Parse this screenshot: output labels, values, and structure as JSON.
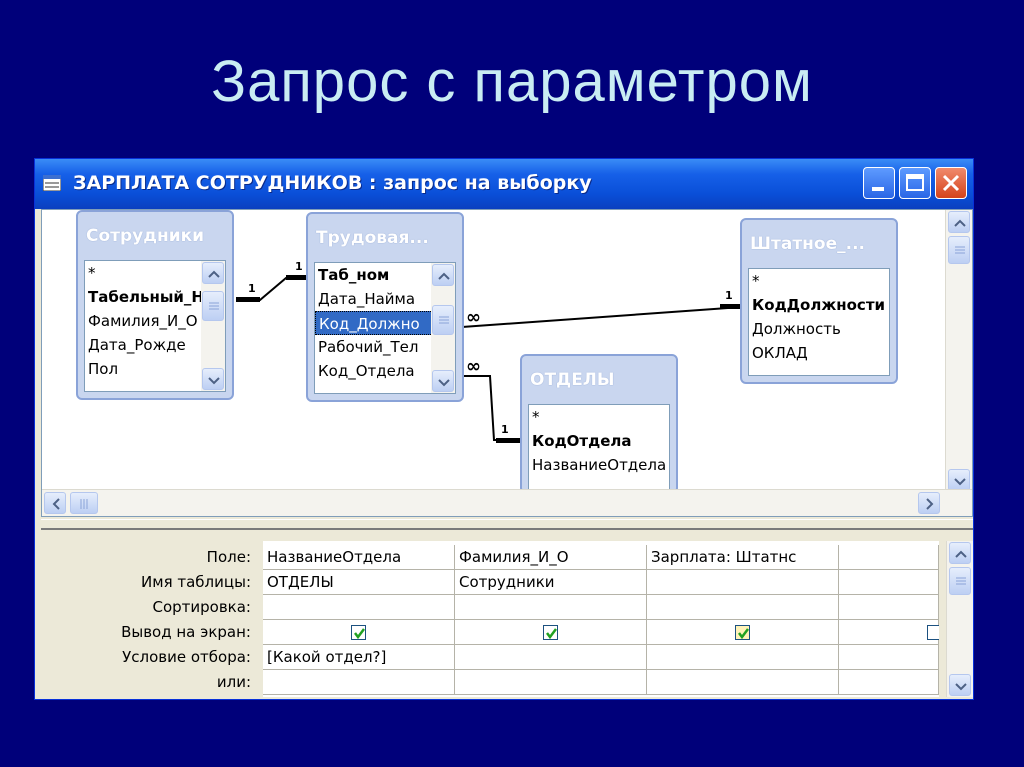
{
  "slide_title": "Запрос с параметром",
  "window": {
    "title": "ЗАРПЛАТА СОТРУДНИКОВ : запрос на выборку",
    "buttons": [
      "minimize-button",
      "maximize-button",
      "close-button"
    ]
  },
  "tables": {
    "employees": {
      "header": "Сотрудники",
      "fields": [
        "*",
        "Табельный_Н",
        "Фамилия_И_О",
        "Дата_Рожде",
        "Пол"
      ]
    },
    "labor": {
      "header": "Трудовая...",
      "fields": [
        "Таб_ном",
        "Дата_Найма",
        "Код_Должно",
        "Рабочий_Тел",
        "Код_Отдела"
      ]
    },
    "staff": {
      "header": "Штатное_...",
      "fields": [
        "*",
        "КодДолжности",
        "Должность",
        "ОКЛАД"
      ]
    },
    "departments": {
      "header": "ОТДЕЛЫ",
      "fields": [
        "*",
        "КодОтдела",
        "НазваниеОтдела"
      ]
    }
  },
  "relations": {
    "one": "1",
    "many": "∞"
  },
  "qbe": {
    "row_labels": [
      "Поле:",
      "Имя таблицы:",
      "Сортировка:",
      "Вывод на экран:",
      "Условие отбора:",
      "или:"
    ],
    "columns": [
      {
        "field": "НазваниеОтдела",
        "table": "ОТДЕЛЫ",
        "sort": "",
        "show": true,
        "criteria": "[Какой отдел?]",
        "or": ""
      },
      {
        "field": "Фамилия_И_О",
        "table": "Сотрудники",
        "sort": "",
        "show": true,
        "criteria": "",
        "or": ""
      },
      {
        "field": "Зарплата: Штатнс",
        "table": "",
        "sort": "",
        "show": true,
        "criteria": "",
        "or": ""
      },
      {
        "field": "",
        "table": "",
        "sort": "",
        "show": false,
        "criteria": "",
        "or": ""
      }
    ]
  },
  "colors": {
    "slide_background": "#00007a",
    "slide_title": "#c9ecf3",
    "titlebar": "#0a4fd8",
    "table_box": "#c9d6ef",
    "selection": "#316ac5",
    "checkmark": "#21a121"
  }
}
